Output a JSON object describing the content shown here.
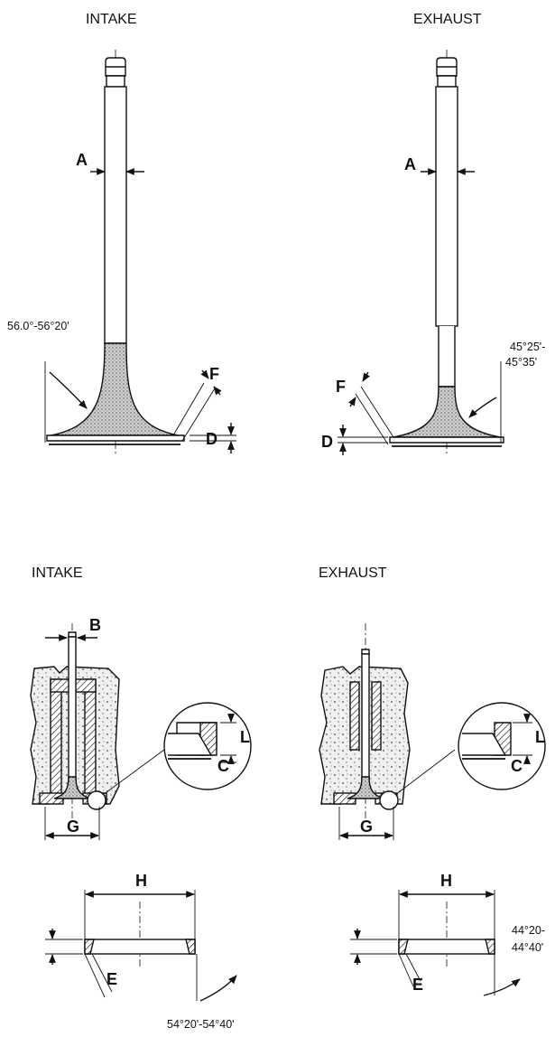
{
  "titles": {
    "intake_top": "INTAKE",
    "exhaust_top": "EXHAUST",
    "intake_mid": "INTAKE",
    "exhaust_mid": "EXHAUST"
  },
  "angles": {
    "intake_valve": "56.0°-56°20'",
    "exhaust_valve_1": "45°25'-",
    "exhaust_valve_2": "45°35'",
    "exhaust_seat_1": "44°20-",
    "exhaust_seat_2": "44°40'",
    "intake_seat": "54°20'-54°40'"
  },
  "letters": {
    "a": "A",
    "b": "B",
    "c": "C",
    "d": "D",
    "e": "E",
    "f": "F",
    "g": "G",
    "h": "H",
    "l": "L"
  },
  "colors": {
    "ink": "#111111",
    "paper": "#ffffff",
    "shade": "#bdbdbd"
  }
}
